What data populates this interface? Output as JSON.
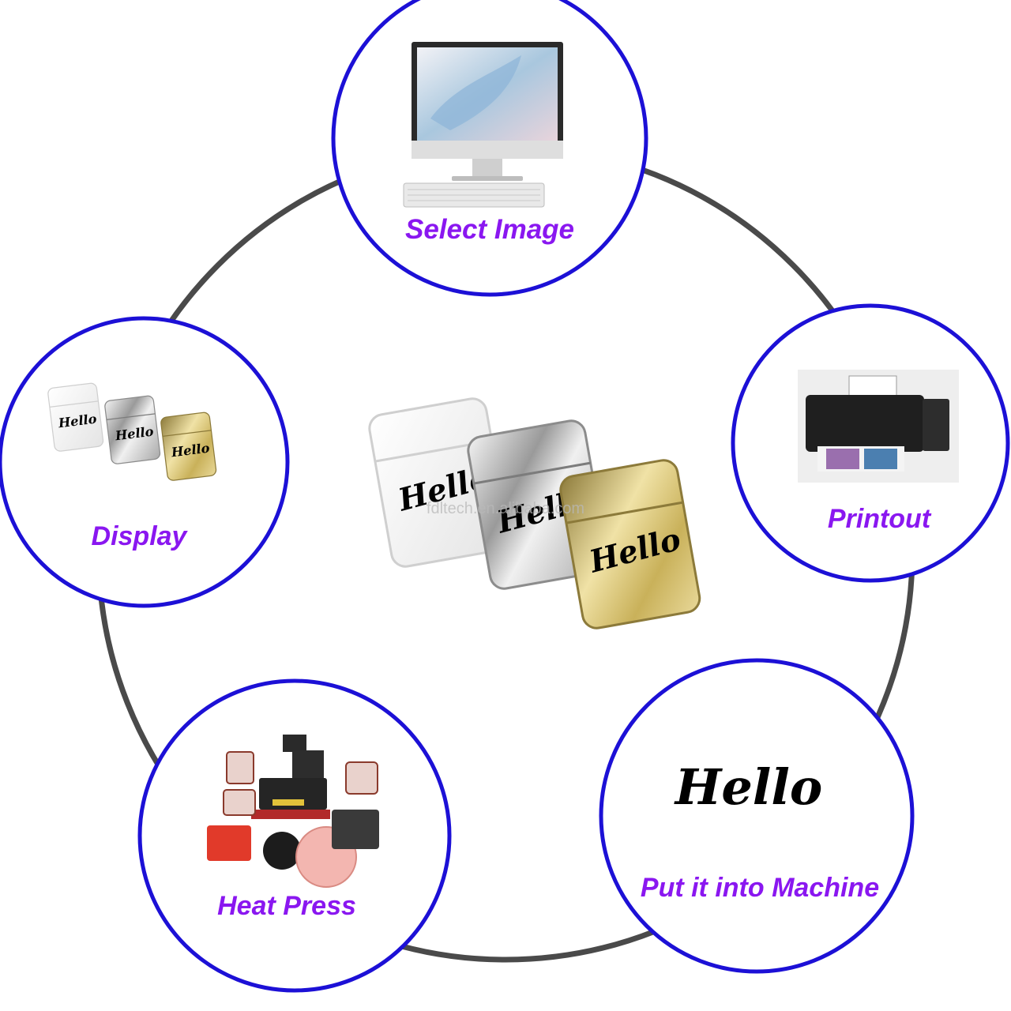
{
  "steps": [
    {
      "id": "select-image",
      "label": "Select Image"
    },
    {
      "id": "printout",
      "label": "Printout"
    },
    {
      "id": "put-into-machine",
      "label": "Put it into Machine"
    },
    {
      "id": "heat-press",
      "label": "Heat Press"
    },
    {
      "id": "display",
      "label": "Display"
    }
  ],
  "product_text": "Hello",
  "watermark": "fdltech.en.alibaba.com",
  "colors": {
    "ring": "#4a4a4a",
    "node_border": "#1c10d6",
    "label": "#8a17f0",
    "gold": "#c9b15a",
    "silver": "#d6d6d6"
  },
  "icons": {
    "select-image": "computer-icon",
    "printout": "printer-icon",
    "put-into-machine": "hello-print-icon",
    "heat-press": "heat-press-machine-icon",
    "display": "lighter-products-icon"
  }
}
